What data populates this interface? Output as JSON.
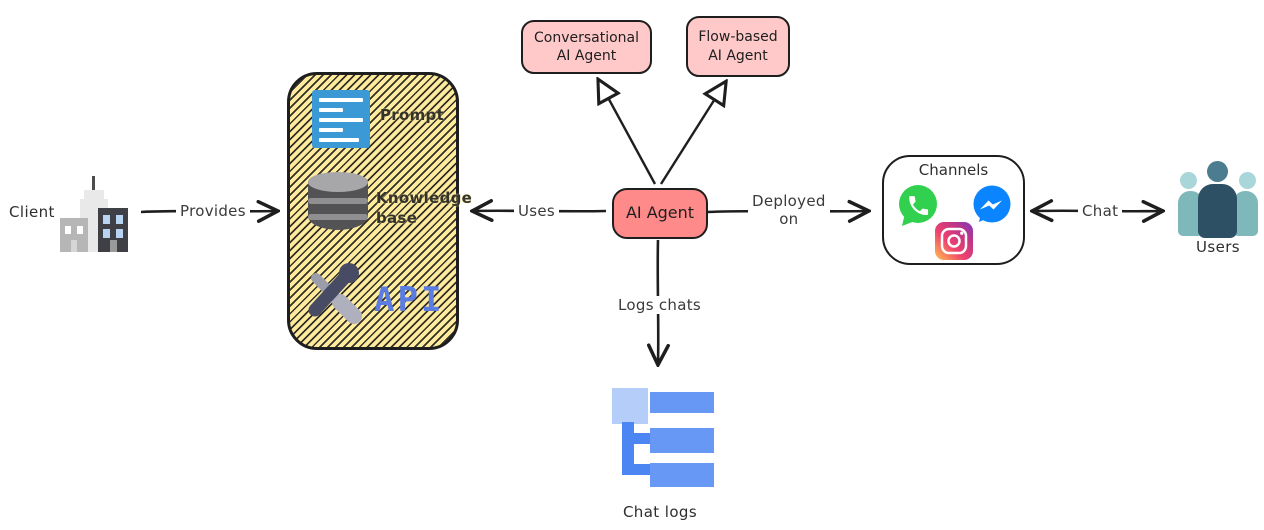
{
  "nodes": {
    "client": {
      "label": "Client"
    },
    "resources": {
      "prompt_label": "Prompt",
      "knowledge_label_line1": "Knowledge",
      "knowledge_label_line2": "base",
      "api_label": "API"
    },
    "conversational_agent": {
      "line1": "Conversational",
      "line2": "AI Agent"
    },
    "flow_agent": {
      "line1": "Flow-based",
      "line2": "AI Agent"
    },
    "ai_agent": {
      "label": "AI Agent"
    },
    "channels": {
      "label": "Channels"
    },
    "users": {
      "label": "Users"
    },
    "chat_logs": {
      "label": "Chat logs"
    }
  },
  "edges": {
    "provides": "Provides",
    "uses": "Uses",
    "deployed_line1": "Deployed",
    "deployed_line2": "on",
    "chat": "Chat",
    "logs_chats": "Logs chats"
  },
  "icons": {
    "client": "office-buildings-icon",
    "prompt": "document-list-icon",
    "knowledge": "database-icon",
    "api": "tools-icon",
    "channel_1": "whatsapp-icon",
    "channel_2": "messenger-icon",
    "channel_3": "instagram-icon",
    "users": "user-group-icon",
    "chat_logs": "log-tree-icon"
  },
  "colors": {
    "stroke": "#1e1e1e",
    "node_pink_light": "#ffc9c9",
    "node_pink_strong": "#ff8a8a",
    "hatch_yellow": "#ffeb9e",
    "api_blue": "#5b7ce1",
    "doc_blue": "#3b9ad6",
    "whatsapp_green": "#31d14f",
    "messenger_blue": "#0a84ff",
    "chatlog_bar_blue": "#6798f6",
    "users_teal": "#7fb8ba",
    "users_dark": "#2e5065"
  }
}
